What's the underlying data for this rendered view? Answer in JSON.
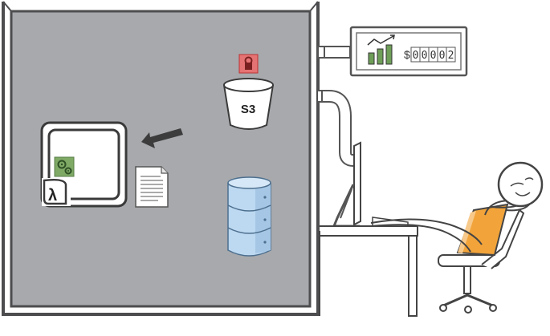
{
  "s3": {
    "label": "S3"
  },
  "meter": {
    "currency": "$",
    "digits": [
      "0",
      "0",
      "0",
      "0",
      "2"
    ]
  },
  "lambda": {
    "symbol": "λ"
  },
  "colors": {
    "tank_fill": "#a7a9ac",
    "tank_stroke": "#4d4d4f",
    "db_fill": "#bdd9f1",
    "gear_bg": "#7faa66",
    "lock_bg": "#e57373",
    "shirt": "#f2a43a",
    "chart_bars": "#6e9e58"
  },
  "icons": [
    "lambda-icon",
    "gears-icon",
    "document-icon",
    "arrow-icon",
    "s3-bucket-icon",
    "lock-icon",
    "database-icon",
    "growth-chart-icon",
    "monitor-icon",
    "chair-icon"
  ]
}
